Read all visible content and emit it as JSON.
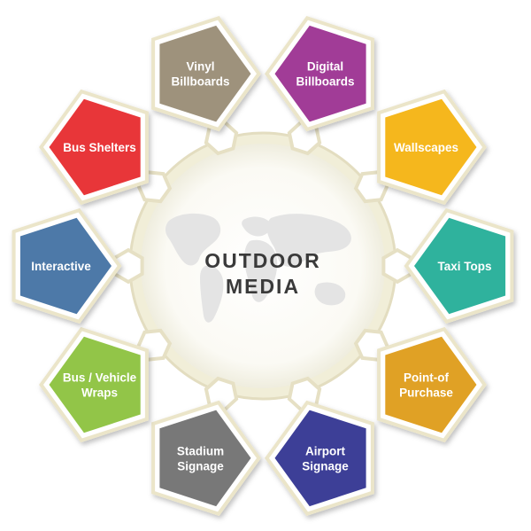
{
  "center": {
    "line1": "OUTDOOR",
    "line2": "MEDIA"
  },
  "items": [
    {
      "line1": "Digital",
      "line2": "Billboards",
      "color": "#a13c97"
    },
    {
      "line1": "Wallscapes",
      "line2": "",
      "color": "#f5b71d"
    },
    {
      "line1": "Taxi Tops",
      "line2": "",
      "color": "#2fb29d"
    },
    {
      "line1": "Point-of",
      "line2": "Purchase",
      "color": "#e0a125"
    },
    {
      "line1": "Airport",
      "line2": "Signage",
      "color": "#3d3f97"
    },
    {
      "line1": "Stadium",
      "line2": "Signage",
      "color": "#787878"
    },
    {
      "line1": "Bus / Vehicle",
      "line2": "Wraps",
      "color": "#92c548"
    },
    {
      "line1": "Interactive",
      "line2": "",
      "color": "#4d79a8"
    },
    {
      "line1": "Bus Shelters",
      "line2": "",
      "color": "#e83639"
    },
    {
      "line1": "Vinyl",
      "line2": "Billboards",
      "color": "#9e927c"
    }
  ]
}
